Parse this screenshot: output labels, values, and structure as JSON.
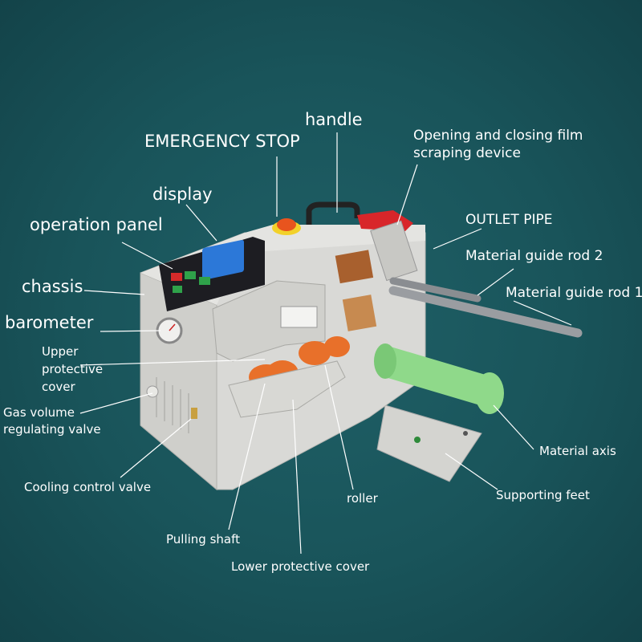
{
  "labels": {
    "handle": "handle",
    "emergency_stop": "EMERGENCY STOP",
    "film_device_1": "Opening and closing film",
    "film_device_2": "scraping device",
    "display": "display",
    "operation_panel": "operation panel",
    "outlet_pipe": "OUTLET PIPE",
    "guide_rod_2": "Material guide rod 2",
    "guide_rod_1": "Material guide rod 1",
    "chassis": "chassis",
    "barometer": "barometer",
    "upper_cover_1": "Upper",
    "upper_cover_2": "protective",
    "upper_cover_3": "cover",
    "gas_valve_1": "Gas volume",
    "gas_valve_2": "regulating valve",
    "cooling_valve": "Cooling control valve",
    "material_axis": "Material axis",
    "roller": "roller",
    "supporting_feet": "Supporting feet",
    "pulling_shaft": "Pulling shaft",
    "lower_cover": "Lower protective cover"
  },
  "colors": {
    "background": "#19545a",
    "label_text": "#ffffff",
    "leader_line": "#ffffff",
    "chassis_body": "#d8d8d6",
    "material_axis": "#8fd98a",
    "emergency_stop": "#e8541e",
    "handle_grip": "#d8262a",
    "roller": "#e8702a"
  },
  "icons": [
    "emergency-stop-button",
    "barometer-gauge",
    "display-screen",
    "material-axis-cylinder"
  ]
}
